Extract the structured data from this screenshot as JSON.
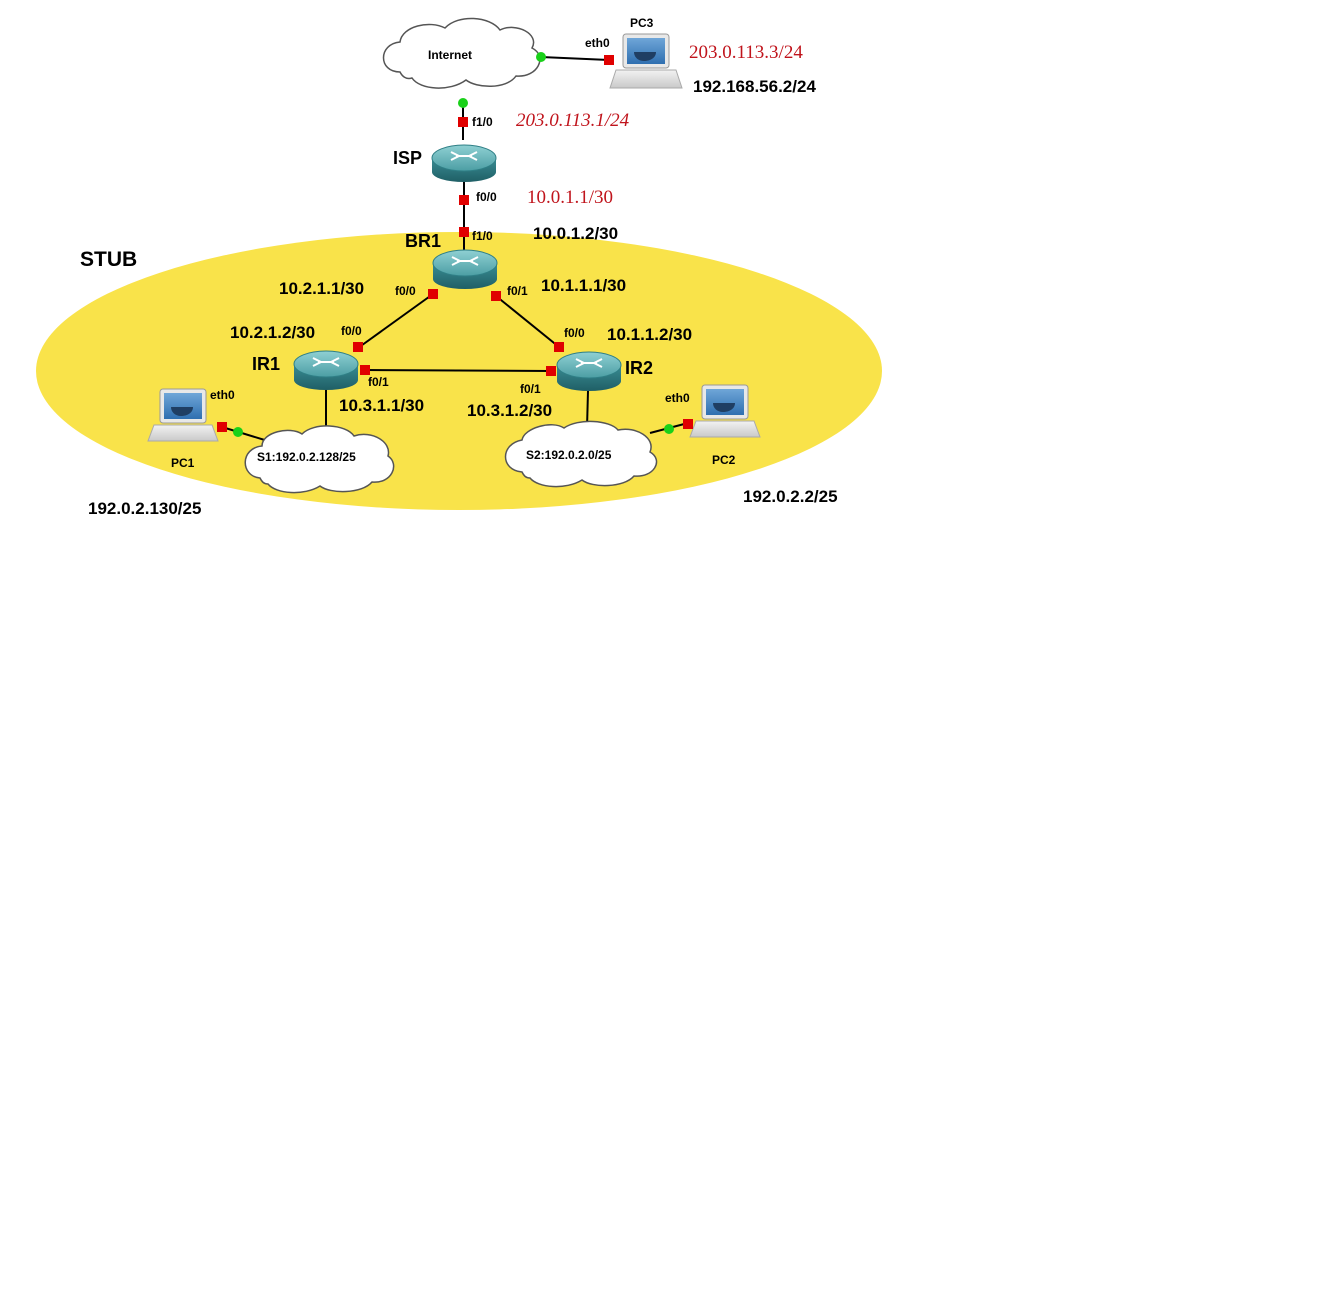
{
  "colors": {
    "stub_fill": "#f9e34a",
    "link": "#000000",
    "port_down": "#e00000",
    "port_up": "#19d119",
    "router_top": "#5fb3b7",
    "router_side": "#2f7f86",
    "red_text": "#c0141c"
  },
  "zone": {
    "name": "STUB"
  },
  "clouds": {
    "internet": {
      "label": "Internet"
    },
    "s1": {
      "label": "S1:192.0.2.128/25"
    },
    "s2": {
      "label": "S2:192.0.2.0/25"
    }
  },
  "routers": {
    "isp": {
      "name": "ISP",
      "icon": "router-icon"
    },
    "br1": {
      "name": "BR1",
      "icon": "router-icon"
    },
    "ir1": {
      "name": "IR1",
      "icon": "router-icon"
    },
    "ir2": {
      "name": "IR2",
      "icon": "router-icon"
    }
  },
  "hosts": {
    "pc1": {
      "name": "PC1",
      "iface": "eth0",
      "ip": "192.0.2.130/25",
      "icon": "docker-host-icon"
    },
    "pc2": {
      "name": "PC2",
      "iface": "eth0",
      "ip": "192.0.2.2/25",
      "icon": "docker-host-icon"
    },
    "pc3": {
      "name": "PC3",
      "iface": "eth0",
      "ip_red": "203.0.113.3/24",
      "ip": "192.168.56.2/24",
      "icon": "docker-host-icon"
    }
  },
  "interfaces": {
    "isp_f1_0": "f1/0",
    "isp_f0_0": "f0/0",
    "br1_f1_0": "f1/0",
    "br1_f0_0": "f0/0",
    "br1_f0_1": "f0/1",
    "ir1_f0_0": "f0/0",
    "ir1_f0_1": "f0/1",
    "ir2_f0_0": "f0/0",
    "ir2_f0_1": "f0/1"
  },
  "addresses": {
    "isp_f1_0": "203.0.113.1/24",
    "isp_f0_0": "10.0.1.1/30",
    "br1_f1_0": "10.0.1.2/30",
    "br1_f0_0": "10.2.1.1/30",
    "br1_f0_1": "10.1.1.1/30",
    "ir1_f0_0": "10.2.1.2/30",
    "ir1_f0_1": "10.3.1.1/30",
    "ir2_f0_0": "10.1.1.2/30",
    "ir2_f0_1": "10.3.1.2/30"
  }
}
